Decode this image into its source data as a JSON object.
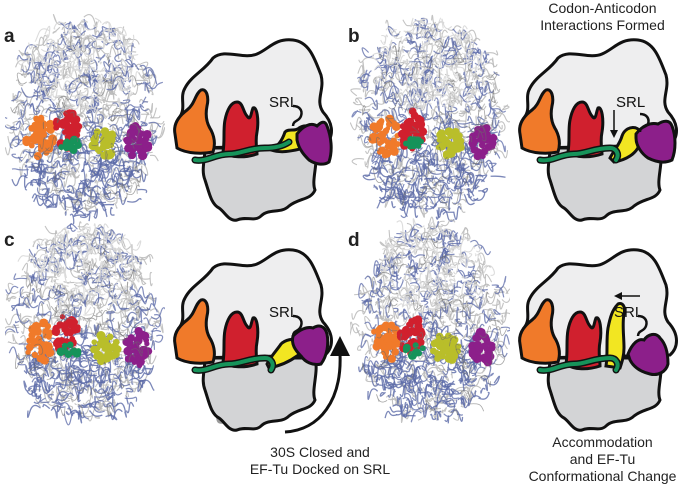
{
  "panels": [
    {
      "label": "a",
      "srl": "SRL"
    },
    {
      "label": "b",
      "srl": "SRL"
    },
    {
      "label": "c",
      "srl": "SRL"
    },
    {
      "label": "d",
      "srl": "SRL"
    }
  ],
  "captions": {
    "b_top": [
      "Codon-Anticodon",
      "Interactions Formed"
    ],
    "c_bottom": [
      "30S Closed and",
      "EF-Tu Docked on SRL"
    ],
    "d_bottom": [
      "Accommodation",
      "and EF-Tu",
      "Conformational Change"
    ]
  },
  "colors": {
    "orange": "#f07a2a",
    "red": "#d0202e",
    "yellow": "#f2e622",
    "purple": "#8c1f8a",
    "green": "#16935a",
    "subunit_light": "#eeeeef",
    "subunit_dark": "#d3d4d6",
    "protein": "#5b6aa8",
    "rrna": "#b8b8b8"
  }
}
